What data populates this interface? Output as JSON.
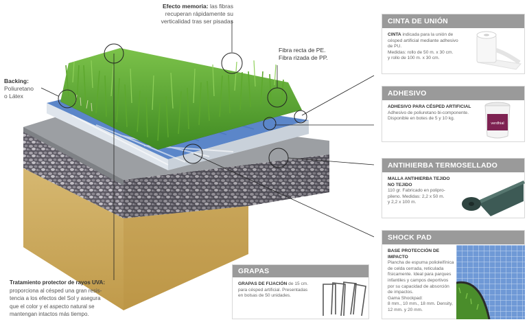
{
  "labels": {
    "memoria_title": "Efecto memoria:",
    "memoria_text_1": "las fibras",
    "memoria_text_2": "recuperan rápidamente su",
    "memoria_text_3": "verticalidad tras ser pisadas",
    "fibra_1": "Fibra recta de PE.",
    "fibra_2": "Fibra rizada de PP.",
    "backing_title": "Backing:",
    "backing_2": "Poliuretano",
    "backing_3": "o Látex",
    "uva_title": "Tratamiento protector de rayos UVA:",
    "uva_1": "proporciona al césped una gran resis-",
    "uva_2": "tencia a los efectos del Sol y asegura",
    "uva_3": "que el color y el aspecto natural se",
    "uva_4": "mantengan intactos más tiempo."
  },
  "cards": {
    "cinta": {
      "title": "CINTA DE UNIÓN",
      "lead": "CINTA",
      "l1": " indicada para la unión de",
      "l2": "césped artificial mediante adhesivo",
      "l3": "de PU.",
      "l4": "Medidas: rollo de 50 m. x 30 cm.",
      "l5": "y rollo de 100 m. x 30 cm."
    },
    "adhesivo": {
      "title": "ADHESIVO",
      "l1": "ADHESIVO PARA CÉSPED ARTIFICIAL",
      "l2": "Adhesivo de poliuretano bi-componente.",
      "l3": "Disponible en botes de 5 y 10 kg.",
      "brand": "verdhial"
    },
    "antihierba": {
      "title": "ANTIHIERBA TERMOSELLADO",
      "l1": "MALLA ANTIHIERBA TEJIDO",
      "l2": "NO TEJIDO",
      "l3": "110 gr. Fabricado en polipro-",
      "l4": "pileno. Medidas: 2,2 x 50 m.",
      "l5": "y 2,2 x 100 m."
    },
    "shock": {
      "title": "SHOCK PAD",
      "l1": "BASE PROTECCIÓN DE IMPACTO",
      "l2": "Plancha de espuma polioleifínica",
      "l3": "de celda cerrada, reticulada",
      "l4": "físicamente. Ideal para parques",
      "l5": "infantiles y campos deportivos",
      "l6": "por su capacidad de absorción",
      "l7": "de impactos.",
      "l8": "Gama Shockpad:",
      "l9": "8 mm., 10 mm., 18 mm. Density,",
      "l10": "12 mm. y 20 mm."
    },
    "grapas": {
      "title": "GRAPAS",
      "lead": "GRAPAS DE FIJACIÓN",
      "l1": " de 15 cm.",
      "l2": "para césped artificial. Presentadas",
      "l3": "en bolsas de 50 unidades."
    }
  },
  "colors": {
    "card_header": "#9a9a9a",
    "grass": "#4f9a2a",
    "shockpad": "#5b86c9",
    "gravel": "#6e6b73",
    "sand": "#c9a95c"
  }
}
